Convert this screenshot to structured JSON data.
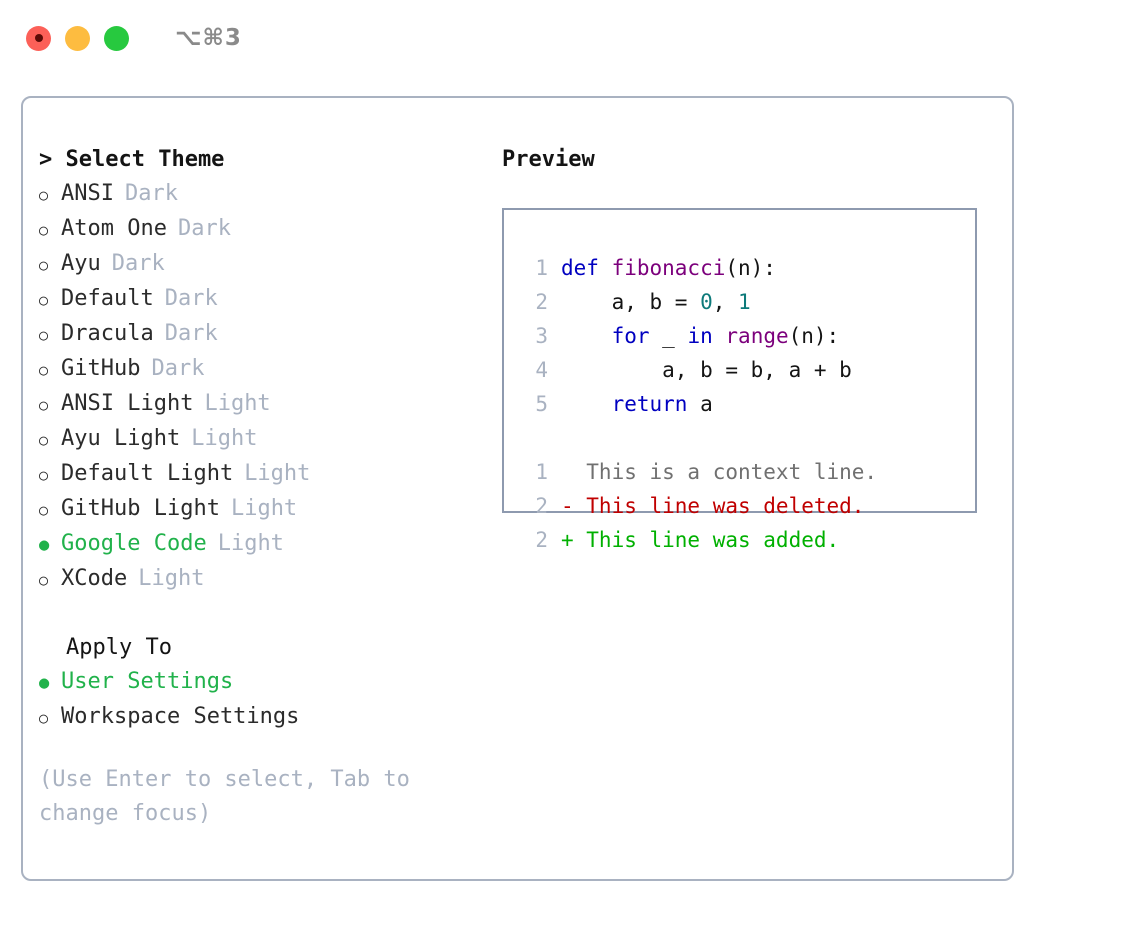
{
  "titlebar": {
    "shortcut": "⌥⌘3",
    "lights": [
      {
        "name": "close-button",
        "color": "#fc6058"
      },
      {
        "name": "minimize-button",
        "color": "#fdbc40"
      },
      {
        "name": "maximize-button",
        "color": "#27c93f"
      }
    ]
  },
  "theme_picker": {
    "header": "> Select Theme",
    "selected_marker": "●",
    "unselected_marker": "○",
    "accent_color": "#21b24b",
    "items": [
      {
        "marker": "○",
        "label": "ANSI",
        "tag": "Dark",
        "selected": false
      },
      {
        "marker": "○",
        "label": "Atom One",
        "tag": "Dark",
        "selected": false
      },
      {
        "marker": "○",
        "label": "Ayu",
        "tag": "Dark",
        "selected": false
      },
      {
        "marker": "○",
        "label": "Default",
        "tag": "Dark",
        "selected": false
      },
      {
        "marker": "○",
        "label": "Dracula",
        "tag": "Dark",
        "selected": false
      },
      {
        "marker": "○",
        "label": "GitHub",
        "tag": "Dark",
        "selected": false
      },
      {
        "marker": "○",
        "label": "ANSI Light",
        "tag": "Light",
        "selected": false
      },
      {
        "marker": "○",
        "label": "Ayu Light",
        "tag": "Light",
        "selected": false
      },
      {
        "marker": "○",
        "label": "Default Light",
        "tag": "Light",
        "selected": false
      },
      {
        "marker": "○",
        "label": "GitHub Light",
        "tag": "Light",
        "selected": false
      },
      {
        "marker": "●",
        "label": "Google Code",
        "tag": "Light",
        "selected": true
      },
      {
        "marker": "○",
        "label": "XCode",
        "tag": "Light",
        "selected": false
      }
    ]
  },
  "apply_to": {
    "title": "Apply To",
    "items": [
      {
        "marker": "●",
        "label": "User Settings",
        "selected": true
      },
      {
        "marker": "○",
        "label": "Workspace Settings",
        "selected": false
      }
    ]
  },
  "hint": "(Use Enter to select, Tab to change focus)",
  "preview": {
    "header": "Preview",
    "code_lines": [
      {
        "number": "1",
        "tokens": [
          {
            "text": "def ",
            "type": "kw"
          },
          {
            "text": "fibonacci",
            "type": "fn"
          },
          {
            "text": "(n):",
            "type": "plain"
          }
        ]
      },
      {
        "number": "2",
        "tokens": [
          {
            "text": "    a, b = ",
            "type": "plain"
          },
          {
            "text": "0",
            "type": "num"
          },
          {
            "text": ", ",
            "type": "plain"
          },
          {
            "text": "1",
            "type": "num"
          }
        ]
      },
      {
        "number": "3",
        "tokens": [
          {
            "text": "    ",
            "type": "plain"
          },
          {
            "text": "for",
            "type": "kw"
          },
          {
            "text": " _ ",
            "type": "plain"
          },
          {
            "text": "in",
            "type": "kw"
          },
          {
            "text": " ",
            "type": "plain"
          },
          {
            "text": "range",
            "type": "fn"
          },
          {
            "text": "(n):",
            "type": "plain"
          }
        ]
      },
      {
        "number": "4",
        "tokens": [
          {
            "text": "        a, b = b, a + b",
            "type": "plain"
          }
        ]
      },
      {
        "number": "5",
        "tokens": [
          {
            "text": "    ",
            "type": "plain"
          },
          {
            "text": "return",
            "type": "kw"
          },
          {
            "text": " a",
            "type": "plain"
          }
        ]
      }
    ],
    "diff_lines": [
      {
        "number": "1",
        "text": "  This is a context line.",
        "type": "ctx"
      },
      {
        "number": "2",
        "text": "- This line was deleted.",
        "type": "del"
      },
      {
        "number": "2",
        "text": "+ This line was added.",
        "type": "add"
      }
    ]
  },
  "colors": {
    "keyword": "#0000c0",
    "function": "#7c007c",
    "number": "#0d7a7a",
    "diff_context": "#707070",
    "diff_deleted": "#c00000",
    "diff_added": "#00b000",
    "muted": "#a9b2c1",
    "border": "#a9b2c1",
    "preview_border": "#8e9aaf"
  }
}
